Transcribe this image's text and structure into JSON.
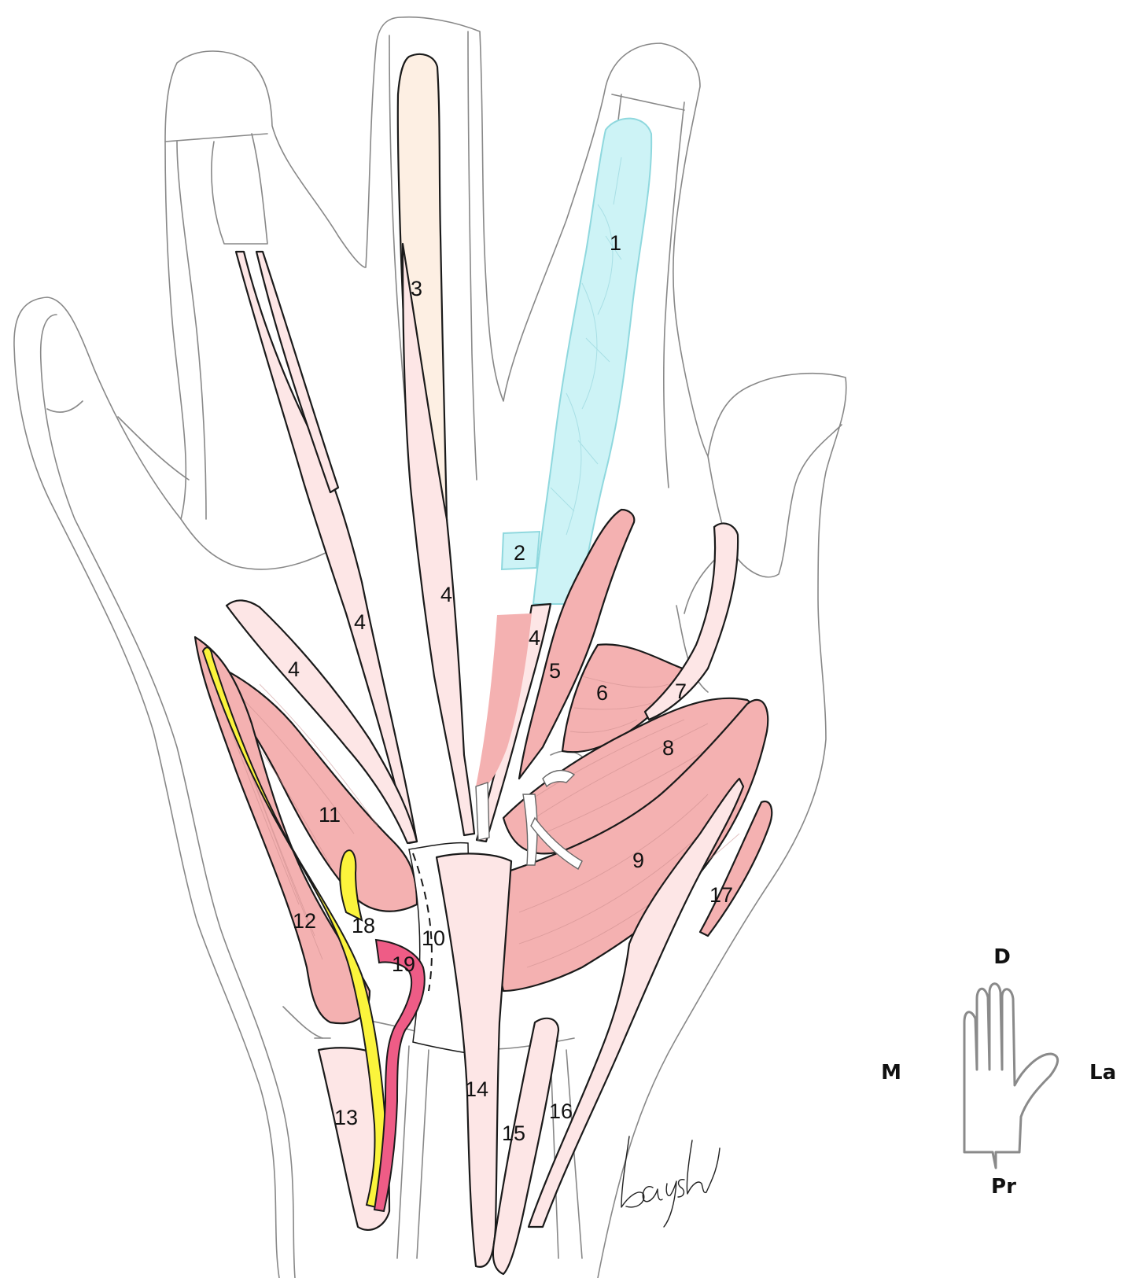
{
  "colors": {
    "outline": "#888888",
    "tendon": "#fde6e6",
    "muscle": "#f4b1b1",
    "muscle_dark": "#ee9d9d",
    "sheath_blue": "#cdf3f6",
    "tendon_beige": "#fdefe3",
    "nerve_yellow": "#fbf43c",
    "artery_pink": "#ee5c86"
  },
  "labels": {
    "l1": "1",
    "l2": "2",
    "l3": "3",
    "l4a": "4",
    "l4b": "4",
    "l4c": "4",
    "l4d": "4",
    "l5": "5",
    "l6": "6",
    "l7": "7",
    "l8": "8",
    "l9": "9",
    "l10": "10",
    "l11": "11",
    "l12": "12",
    "l13": "13",
    "l14": "14",
    "l15": "15",
    "l16": "16",
    "l17": "17",
    "l18": "18",
    "l19": "19"
  },
  "orientation": {
    "distal": "D",
    "medial": "M",
    "lateral": "La",
    "proximal": "Pr"
  },
  "signature": "baysh"
}
